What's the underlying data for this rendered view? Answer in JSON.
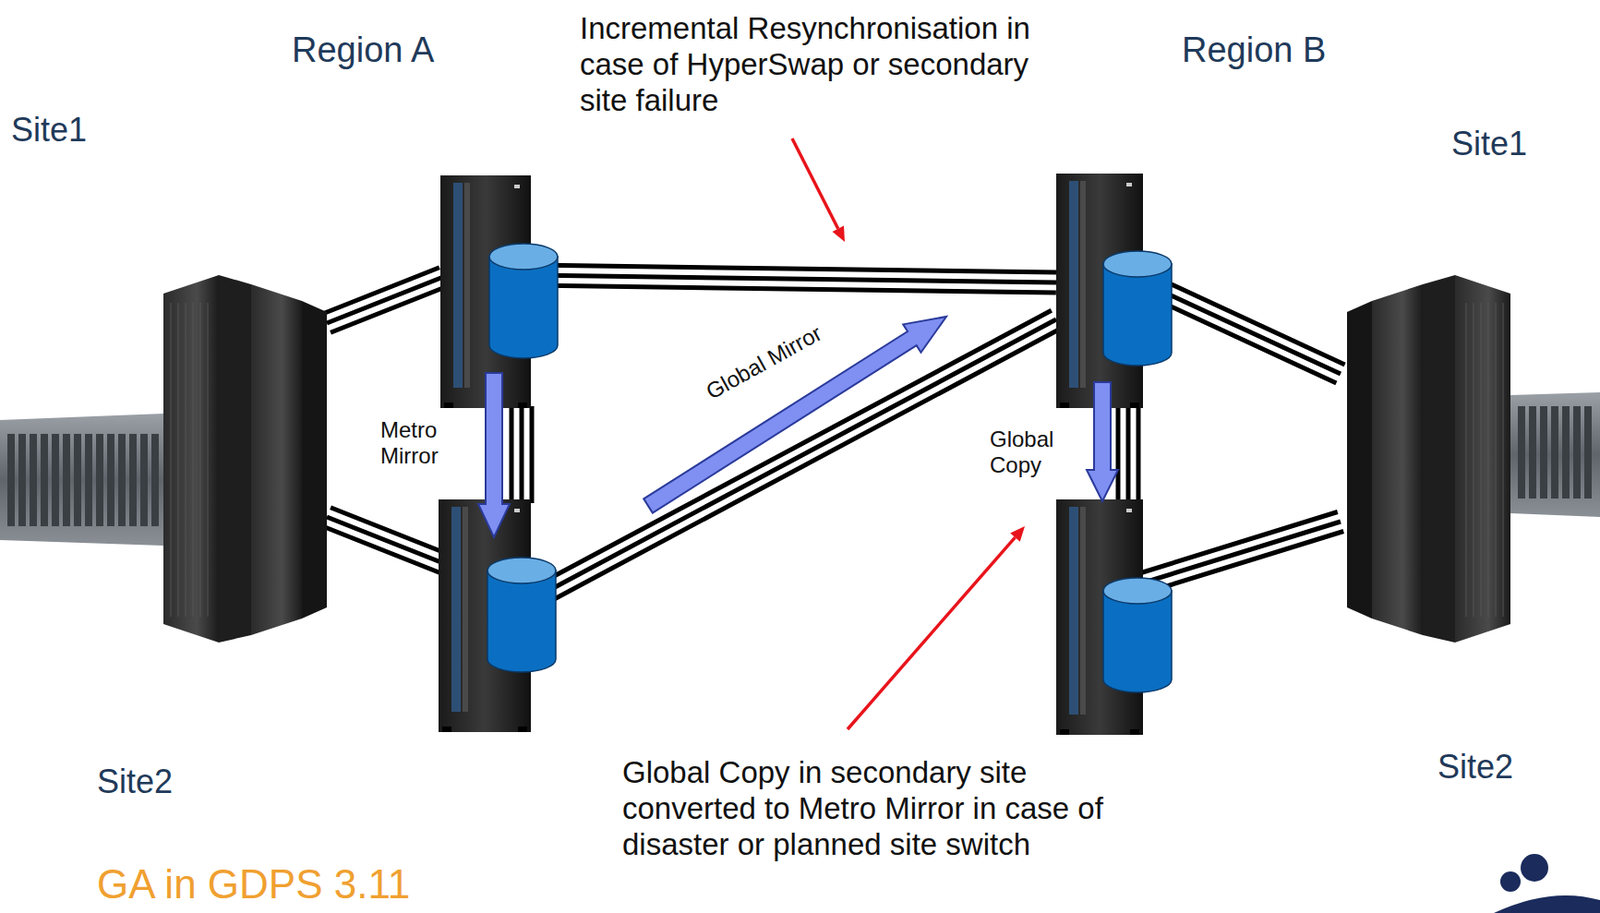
{
  "diagram": {
    "labels": [
      "Region A",
      "Region B",
      "Site1",
      "Site1",
      "Incremental Resynchronisation in case of HyperSwap or secondary site failure",
      "Metro Mirror",
      "Global Mirror",
      "Global Copy",
      "Site2",
      "Site2",
      "Global Copy in secondary site converted to Metro Mirror in case of disaster or planned site switch",
      "GA in GDPS 3.11"
    ]
  }
}
